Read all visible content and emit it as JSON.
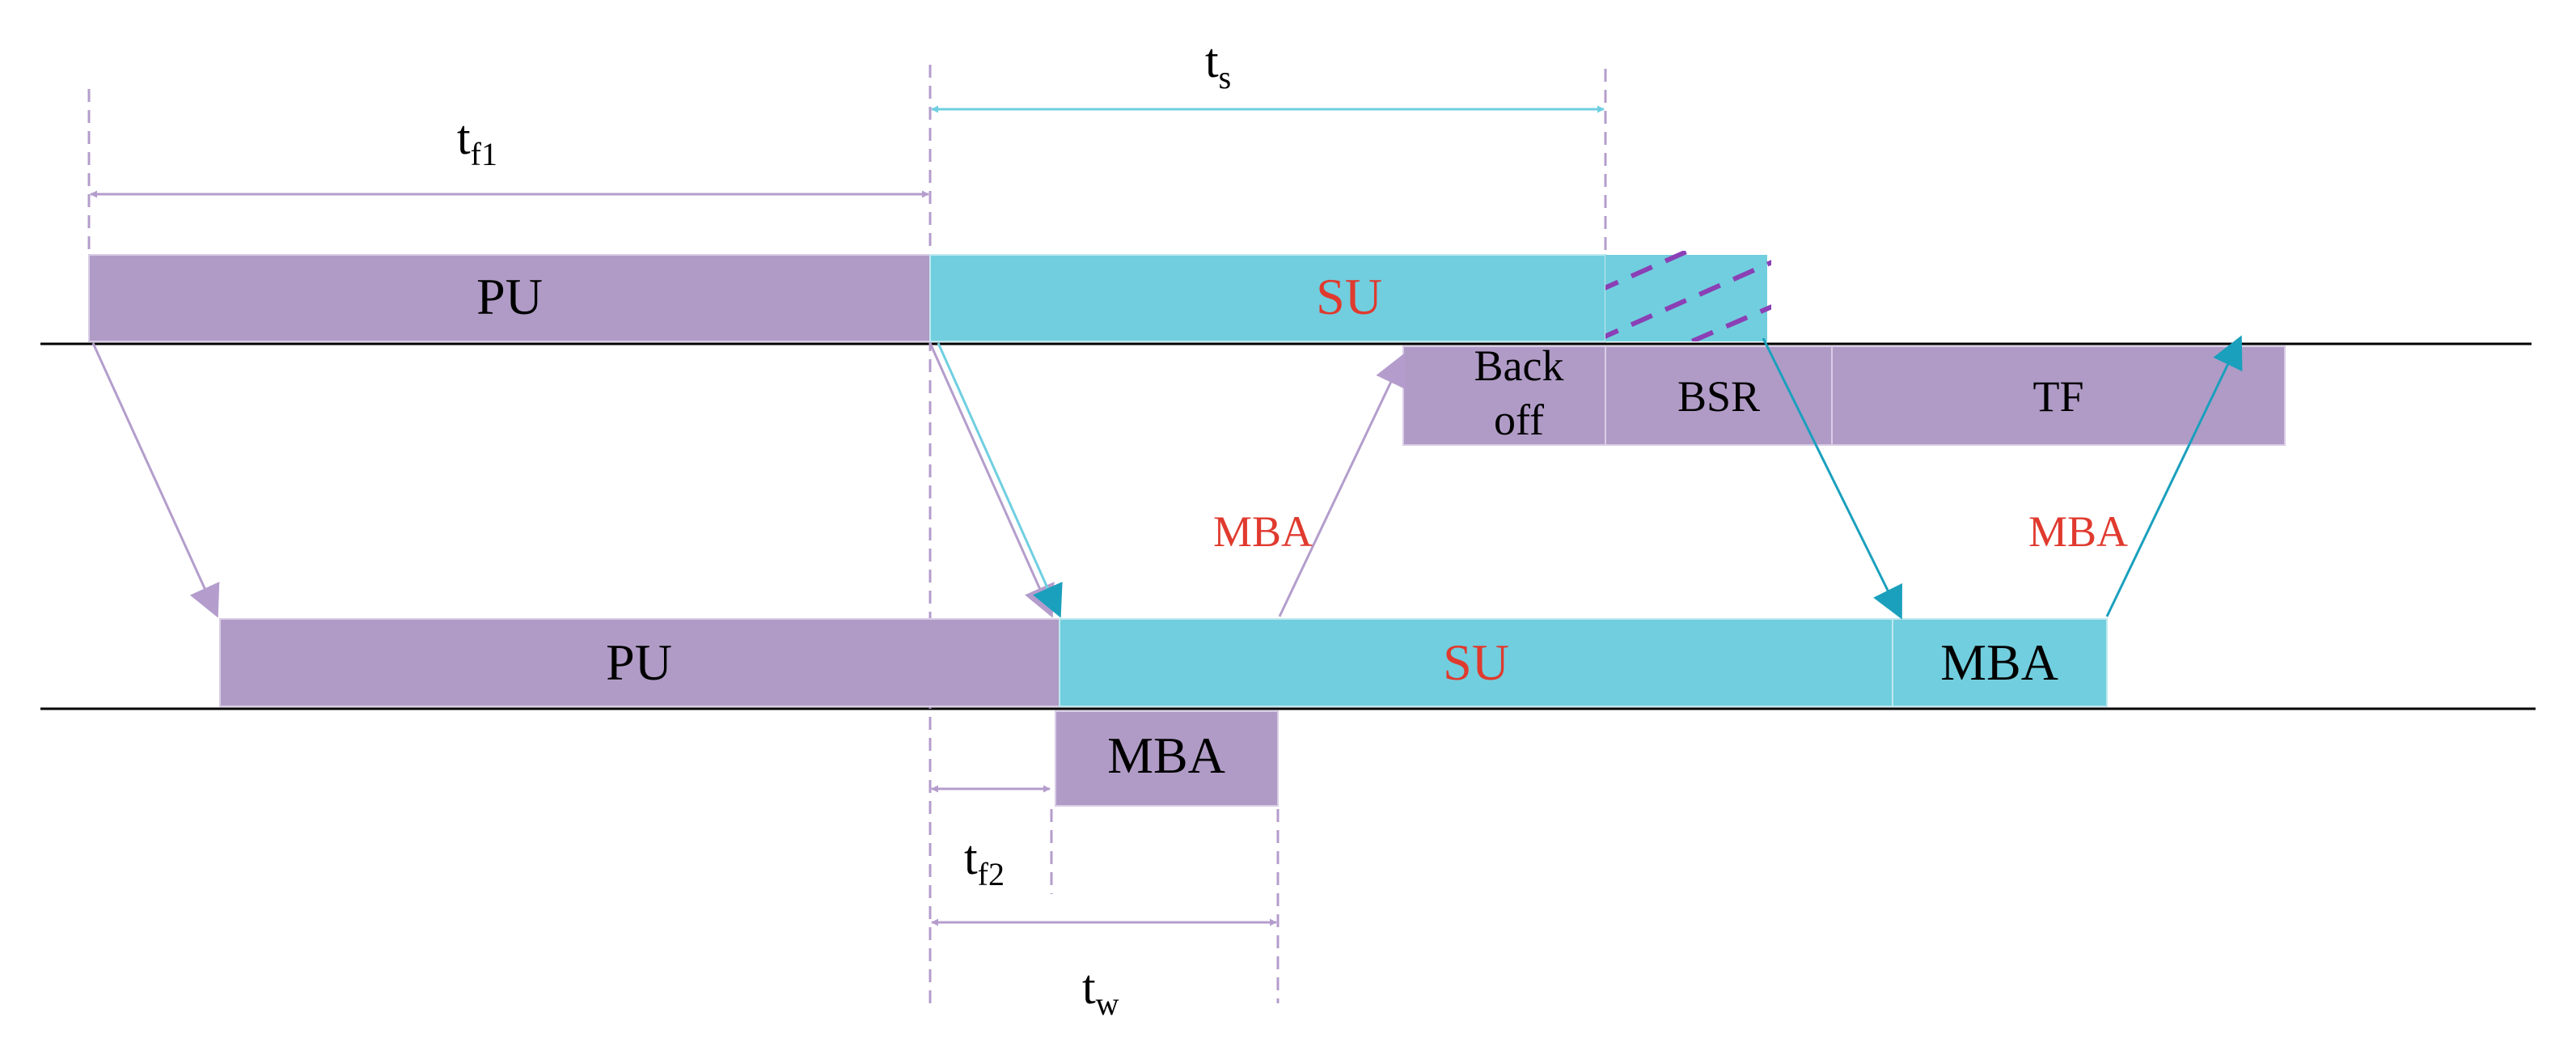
{
  "colors": {
    "pu": "#b09bc6",
    "su": "#71cede",
    "pu_line": "#b49dcc",
    "su_line": "#6fcfe0",
    "su_arrow": "#1aa0bd",
    "red_text": "#e03a2f",
    "black_text": "#000000",
    "dash_purple": "#9b6fc5",
    "hatch": "#8b3fb5"
  },
  "labels": {
    "tf1": "t",
    "tf1_sub": "f1",
    "ts": "t",
    "ts_sub": "s",
    "tf2": "t",
    "tf2_sub": "f2",
    "tw": "t",
    "tw_sub": "w",
    "pu_top": "PU",
    "su_top": "SU",
    "backoff_line1": "Back",
    "backoff_line2": "off",
    "bsr": "BSR",
    "tf": "TF",
    "mba_arrow_left": "MBA",
    "mba_arrow_right": "MBA",
    "pu_bottom": "PU",
    "su_bottom": "SU",
    "mba_bottom_box": "MBA",
    "mba_below_box": "MBA"
  }
}
